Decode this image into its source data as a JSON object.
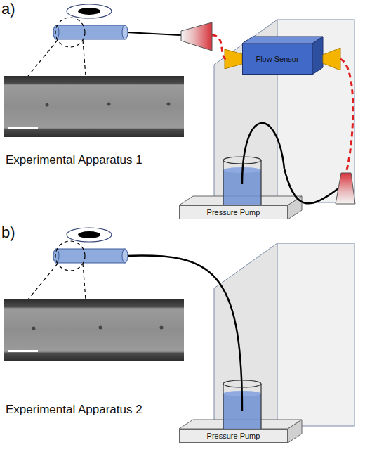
{
  "diagram": {
    "nodes": [
      {
        "text": [
          "Flow Sensor"
        ]
      },
      {
        "text": [
          "Pressure Pump"
        ]
      },
      {
        "text": [
          "Pressure Pump"
        ]
      }
    ],
    "labels": [
      "a)",
      "Experimental Apparatus 1",
      "b)",
      "Experimental Apparatus 2"
    ]
  }
}
